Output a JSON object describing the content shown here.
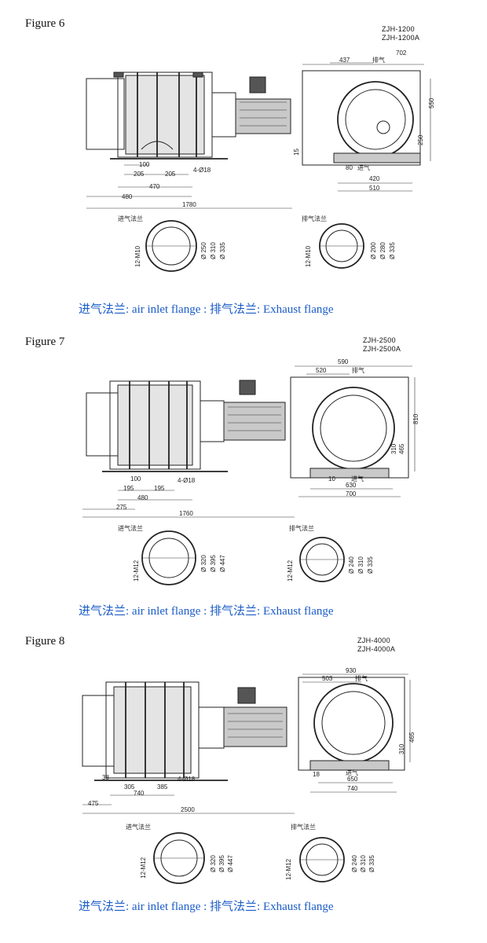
{
  "figures": [
    {
      "label": "Figure 6",
      "models": [
        "ZJH-1200",
        "ZJH-1200A"
      ],
      "caption": "进气法兰: air inlet flange :  排气法兰: Exhaust flange",
      "inlet_label": "进气法兰",
      "outlet_label": "排气法兰",
      "dims": {
        "d702": "702",
        "d437": "437",
        "exh": "排气",
        "d550": "550",
        "d250": "250",
        "d15": "15",
        "d80": "80",
        "inl": "进气",
        "d420": "420",
        "d510": "510",
        "d100": "100",
        "d205a": "205",
        "d205b": "205",
        "hole": "4-Ø18",
        "d470": "470",
        "d480": "480",
        "d1780": "1780",
        "bolt_in": "12-M10",
        "in1": "Ø 250",
        "in2": "Ø 310",
        "in3": "Ø 335",
        "bolt_out": "12-M10",
        "out1": "Ø 200",
        "out2": "Ø 280",
        "out3": "Ø 335"
      }
    },
    {
      "label": "Figure 7",
      "models": [
        "ZJH-2500",
        "ZJH-2500A"
      ],
      "caption": "进气法兰: air inlet flange :  排气法兰: Exhaust flange",
      "inlet_label": "进气法兰",
      "outlet_label": "排气法兰",
      "dims": {
        "d590": "590",
        "d520": "520",
        "exh": "排气",
        "d810": "810",
        "d465": "465",
        "d310": "310",
        "d10": "10",
        "inl": "进气",
        "d630": "630",
        "d700": "700",
        "d100": "100",
        "d195a": "195",
        "d195b": "195",
        "hole": "4-Ø18",
        "d480": "480",
        "d275": "275",
        "d1760": "1760",
        "bolt_in": "12-M12",
        "in1": "Ø 320",
        "in2": "Ø 395",
        "in3": "Ø 447",
        "bolt_out": "12-M12",
        "out1": "Ø 240",
        "out2": "Ø 310",
        "out3": "Ø 335"
      }
    },
    {
      "label": "Figure 8",
      "models": [
        "ZJH-4000",
        "ZJH-4000A"
      ],
      "caption": "进气法兰: air inlet flange :  排气法兰: Exhaust flange",
      "inlet_label": "进气法兰",
      "outlet_label": "排气法兰",
      "dims": {
        "d930": "930",
        "d503": "503",
        "exh": "排气",
        "d465": "465",
        "d310": "310",
        "d18": "18",
        "inl": "进气",
        "d650": "650",
        "d740": "740",
        "d38": "38",
        "d305": "305",
        "d385": "385",
        "hole": "4-Ø18",
        "d740b": "740",
        "d475": "475",
        "d2500": "2500",
        "bolt_in": "12-M12",
        "in1": "Ø 320",
        "in2": "Ø 395",
        "in3": "Ø 447",
        "bolt_out": "12-M12",
        "out1": "Ø 240",
        "out2": "Ø 310",
        "out3": "Ø 335"
      }
    }
  ]
}
